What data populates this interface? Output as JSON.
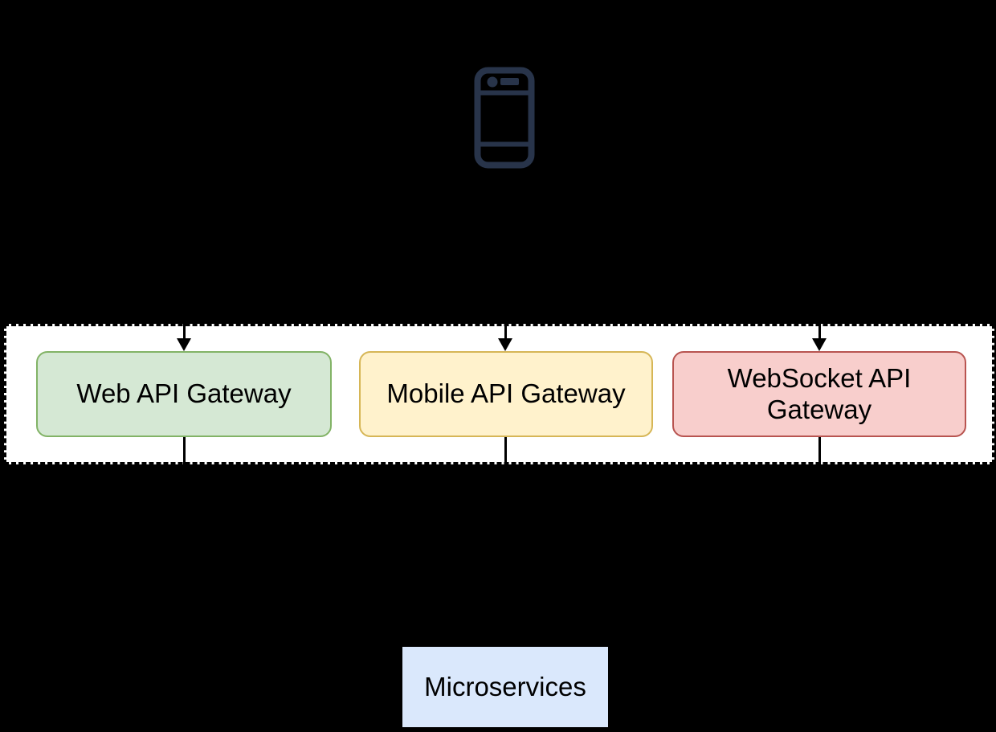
{
  "diagram": {
    "background_color": "#000000",
    "client": {
      "icon": "mobile-device-icon",
      "icon_color": "#28344A"
    },
    "gateway_layer": {
      "container_fill": "#ffffff",
      "container_border_color": "#000000",
      "container_border_style": "dashed",
      "arrow_color": "#000000",
      "nodes": [
        {
          "label": "Web API Gateway",
          "fill": "#d5e8d4",
          "border_color": "#82b366"
        },
        {
          "label": "Mobile API Gateway",
          "fill": "#fff2cc",
          "border_color": "#d6b656"
        },
        {
          "label": "WebSocket API Gateway",
          "fill": "#f8cecc",
          "border_color": "#b85450"
        }
      ]
    },
    "microservices": {
      "label": "Microservices",
      "fill": "#dae8fc",
      "text_color": "#000000"
    }
  }
}
